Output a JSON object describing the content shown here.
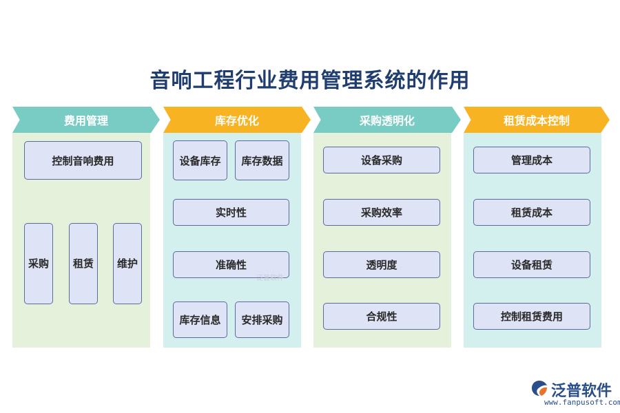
{
  "title": "音响工程行业费用管理系统的作用",
  "columns": [
    {
      "header": "费用管理",
      "items": [
        "控制音响费用",
        "采购",
        "租赁",
        "维护"
      ]
    },
    {
      "header": "库存优化",
      "items": [
        "设备库存",
        "库存数据",
        "实时性",
        "准确性",
        "库存信息",
        "安排采购"
      ]
    },
    {
      "header": "采购透明化",
      "items": [
        "设备采购",
        "采购效率",
        "透明度",
        "合规性"
      ]
    },
    {
      "header": "租赁成本控制",
      "items": [
        "管理成本",
        "租赁成本",
        "设备租赁",
        "控制租赁费用"
      ]
    }
  ],
  "watermark": "泛普软件",
  "logo": {
    "name": "泛普软件",
    "url": "www.fanpusoft.com",
    "icon": "fanpu-logo-icon"
  },
  "colors": {
    "title": "#1f3d6e",
    "header_teal": "#78ccc4",
    "header_orange": "#f7b321",
    "panel_green": "#e6f1db",
    "panel_cyan": "#d3f0ee",
    "box_fill": "#dee3f6",
    "box_border": "#5a6a9a"
  }
}
